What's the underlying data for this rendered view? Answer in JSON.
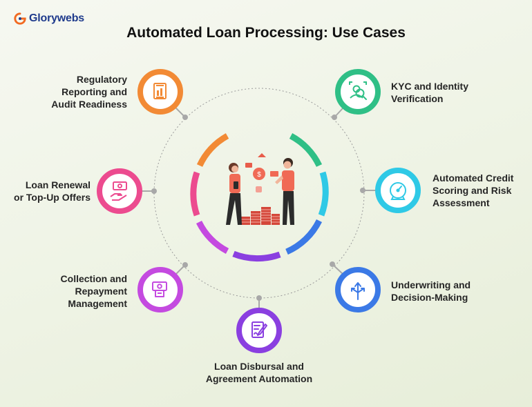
{
  "brand": {
    "name": "Glorywebs",
    "accent": "#f26a21"
  },
  "title": "Automated Loan Processing: Use Cases",
  "use_cases": [
    {
      "id": "regulatory",
      "label": "Regulatory\nReporting and\nAudit Readiness",
      "color": "#f28a35",
      "icon": "report-document-icon"
    },
    {
      "id": "kyc",
      "label": "KYC and Identity\nVerification",
      "color": "#2fbf86",
      "icon": "identity-search-icon"
    },
    {
      "id": "renewal",
      "label": "Loan Renewal\nor Top-Up Offers",
      "color": "#ec4b8f",
      "icon": "cash-hand-icon"
    },
    {
      "id": "credit",
      "label": "Automated Credit\nScoring and Risk\nAssessment",
      "color": "#2fc9e6",
      "icon": "gauge-icon"
    },
    {
      "id": "collection",
      "label": "Collection and\nRepayment\nManagement",
      "color": "#c44ae0",
      "icon": "payment-icon"
    },
    {
      "id": "underwriting",
      "label": "Underwriting and\nDecision-Making",
      "color": "#3b79e6",
      "icon": "decision-arrows-icon"
    },
    {
      "id": "disbursal",
      "label": "Loan Disbursal and\nAgreement Automation",
      "color": "#8a3fe0",
      "icon": "contract-sign-icon"
    }
  ]
}
